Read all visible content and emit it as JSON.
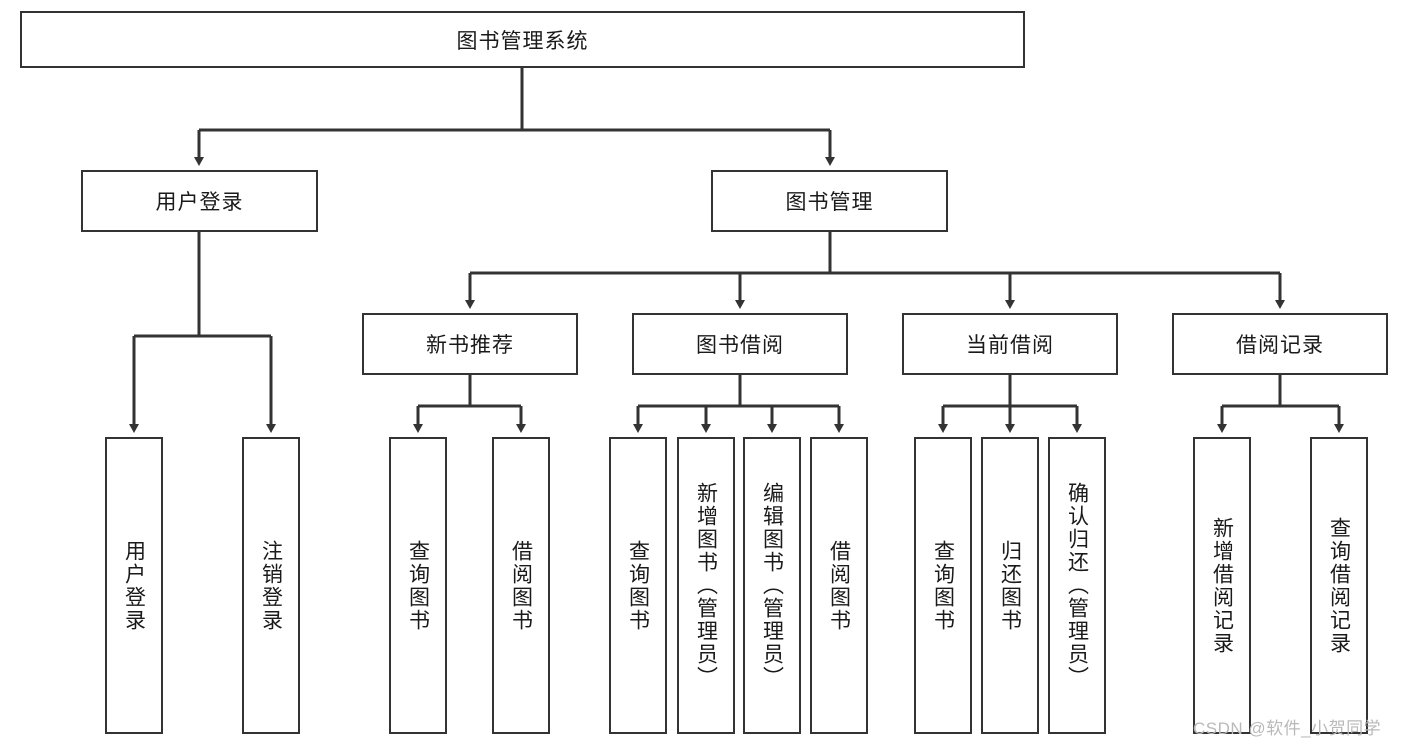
{
  "diagram": {
    "title": "图书管理系统",
    "type": "tree-hierarchy-diagram",
    "colors": {
      "box_border": "#333333",
      "box_fill": "#ffffff",
      "edge": "#333333",
      "text": "#1a1a1a",
      "watermark": "#b9b9b9",
      "background": "#ffffff"
    },
    "root": {
      "label": "图书管理系统"
    },
    "level2": [
      {
        "label": "用户登录"
      },
      {
        "label": "图书管理"
      }
    ],
    "level3": [
      {
        "label": "新书推荐"
      },
      {
        "label": "图书借阅"
      },
      {
        "label": "当前借阅"
      },
      {
        "label": "借阅记录"
      }
    ],
    "leaves": {
      "user_login": [
        {
          "label": "用户登录"
        },
        {
          "label": "注销登录"
        }
      ],
      "new_book_recommend": [
        {
          "label": "查询图书"
        },
        {
          "label": "借阅图书"
        }
      ],
      "book_borrow": [
        {
          "label": "查询图书"
        },
        {
          "label": "新增图书（管理员）"
        },
        {
          "label": "编辑图书（管理员）"
        },
        {
          "label": "借阅图书"
        }
      ],
      "current_borrow": [
        {
          "label": "查询图书"
        },
        {
          "label": "归还图书"
        },
        {
          "label": "确认归还（管理员）"
        }
      ],
      "borrow_record": [
        {
          "label": "新增借阅记录"
        },
        {
          "label": "查询借阅记录"
        }
      ]
    }
  },
  "watermark": {
    "text": "CSDN @软件_小贺同学"
  }
}
